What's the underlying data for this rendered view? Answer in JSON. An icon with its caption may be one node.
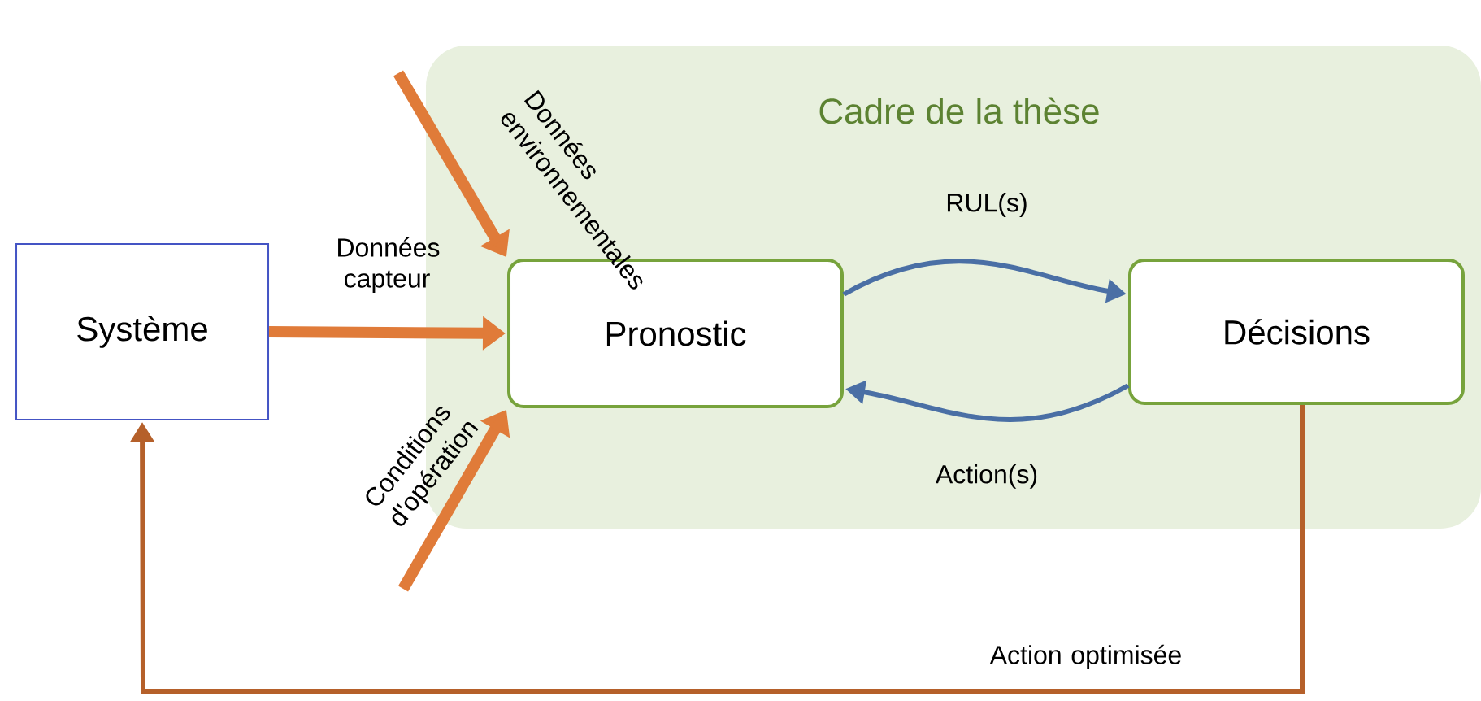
{
  "diagram": {
    "nodes": [
      {
        "text": [
          "Cadre de la thèse"
        ]
      },
      {
        "text": [
          "Système"
        ]
      },
      {
        "text": [
          "Pronostic"
        ],
        "in": 0
      },
      {
        "text": [
          "Décisions"
        ],
        "in": 0
      }
    ],
    "edges": [
      {
        "from": null,
        "to": 2,
        "arrow": "to",
        "label": "Données environnementales",
        "style": "thick",
        "color": "#e07b39"
      },
      {
        "from": 1,
        "to": 2,
        "arrow": "to",
        "label": "Données capteur",
        "style": "thick",
        "color": "#e07b39"
      },
      {
        "from": null,
        "to": 2,
        "arrow": "to",
        "label": "Conditions d'opération",
        "style": "thick",
        "color": "#e07b39"
      },
      {
        "from": 2,
        "to": 3,
        "arrow": "to",
        "label": "RUL(s)",
        "color": "#4a6fa5"
      },
      {
        "from": 3,
        "to": 2,
        "arrow": "to",
        "label": "Action(s)",
        "color": "#4a6fa5"
      },
      {
        "from": 3,
        "to": 1,
        "arrow": "to",
        "label": "Action optimisée",
        "color": "#b5602a"
      }
    ]
  }
}
